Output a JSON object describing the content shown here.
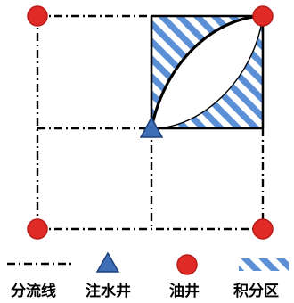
{
  "legend": {
    "diversion_line": "分流线",
    "injection_well": "注水井",
    "oil_well": "油井",
    "integral_area": "积分区"
  },
  "colors": {
    "oil_well_fill": "#e02a26",
    "oil_well_edge": "#b81c1a",
    "injection_well_fill": "#3e6fb5",
    "injection_well_edge": "#1f3f78",
    "hatch_stripe": "#5b8fd6",
    "line": "#000000"
  },
  "icons": {
    "oil_well": "red-circle",
    "injection_well": "blue-triangle",
    "integral_area": "blue-hatched-rectangle",
    "diversion_line": "dash-dot-line"
  }
}
